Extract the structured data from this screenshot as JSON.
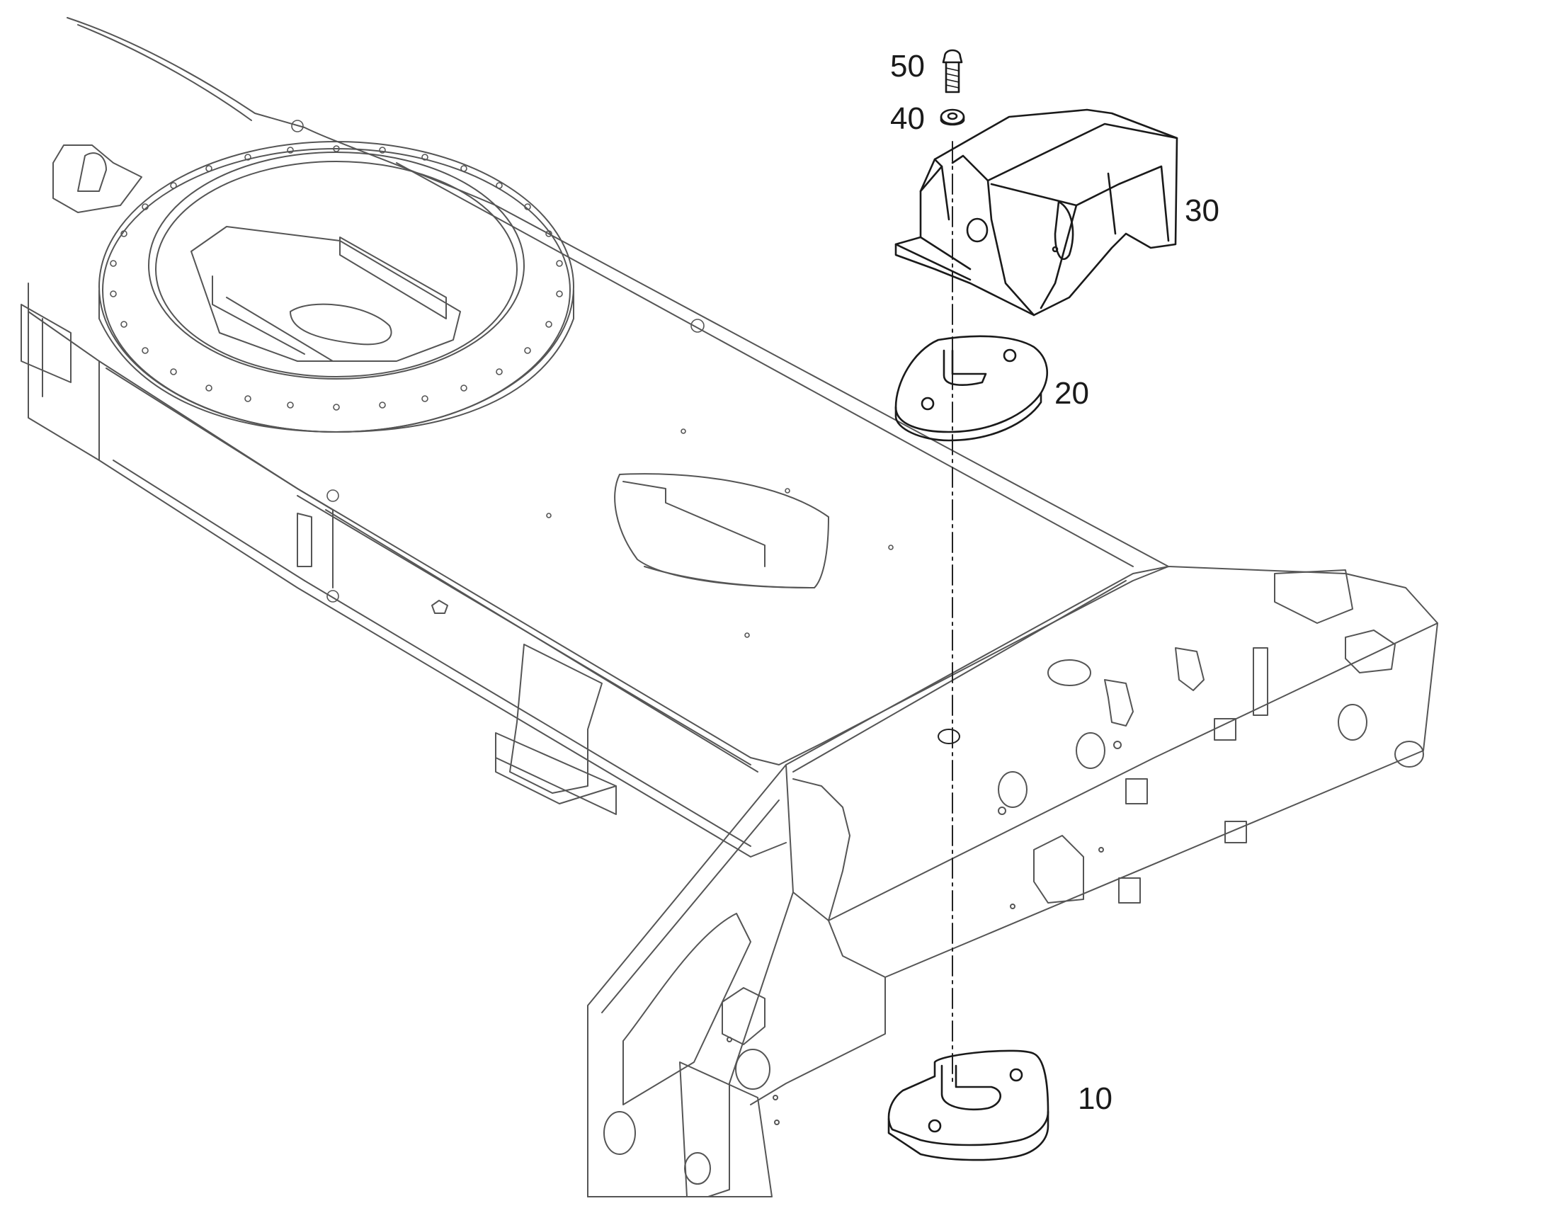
{
  "callouts": {
    "c10": "10",
    "c20": "20",
    "c30": "30",
    "c40": "40",
    "c50": "50"
  },
  "colors": {
    "frame_line": "#555555",
    "part_line": "#1a1a1a",
    "background": "#ffffff"
  }
}
